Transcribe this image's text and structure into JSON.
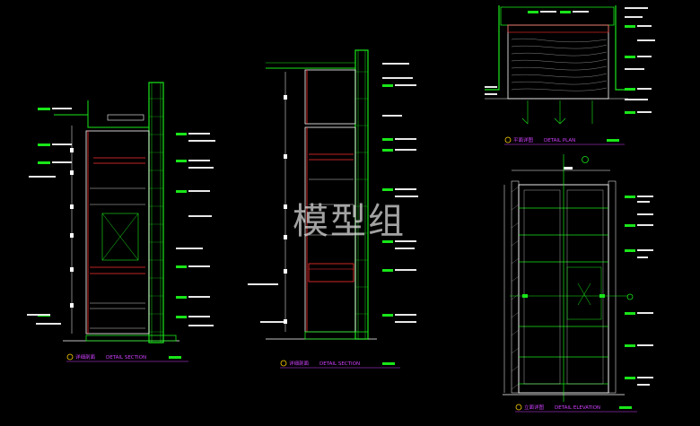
{
  "watermark": "模型组",
  "drawings": [
    {
      "id": "section-1",
      "caption_cn": "详细剖面",
      "caption_en": "DETAIL SECTION"
    },
    {
      "id": "section-2",
      "caption_cn": "详细剖面",
      "caption_en": "DETAIL SECTION"
    },
    {
      "id": "plan",
      "caption_cn": "平面详图",
      "caption_en": "DETAIL PLAN"
    },
    {
      "id": "elevation",
      "caption_cn": "立面详图",
      "caption_en": "DETAIL ELEVATION"
    }
  ],
  "colors": {
    "background": "#000000",
    "wall": "#19e619",
    "linework": "#ffffff",
    "accent": "#ff3030",
    "caption": "#d040ff",
    "note_tag": "#19e619"
  }
}
